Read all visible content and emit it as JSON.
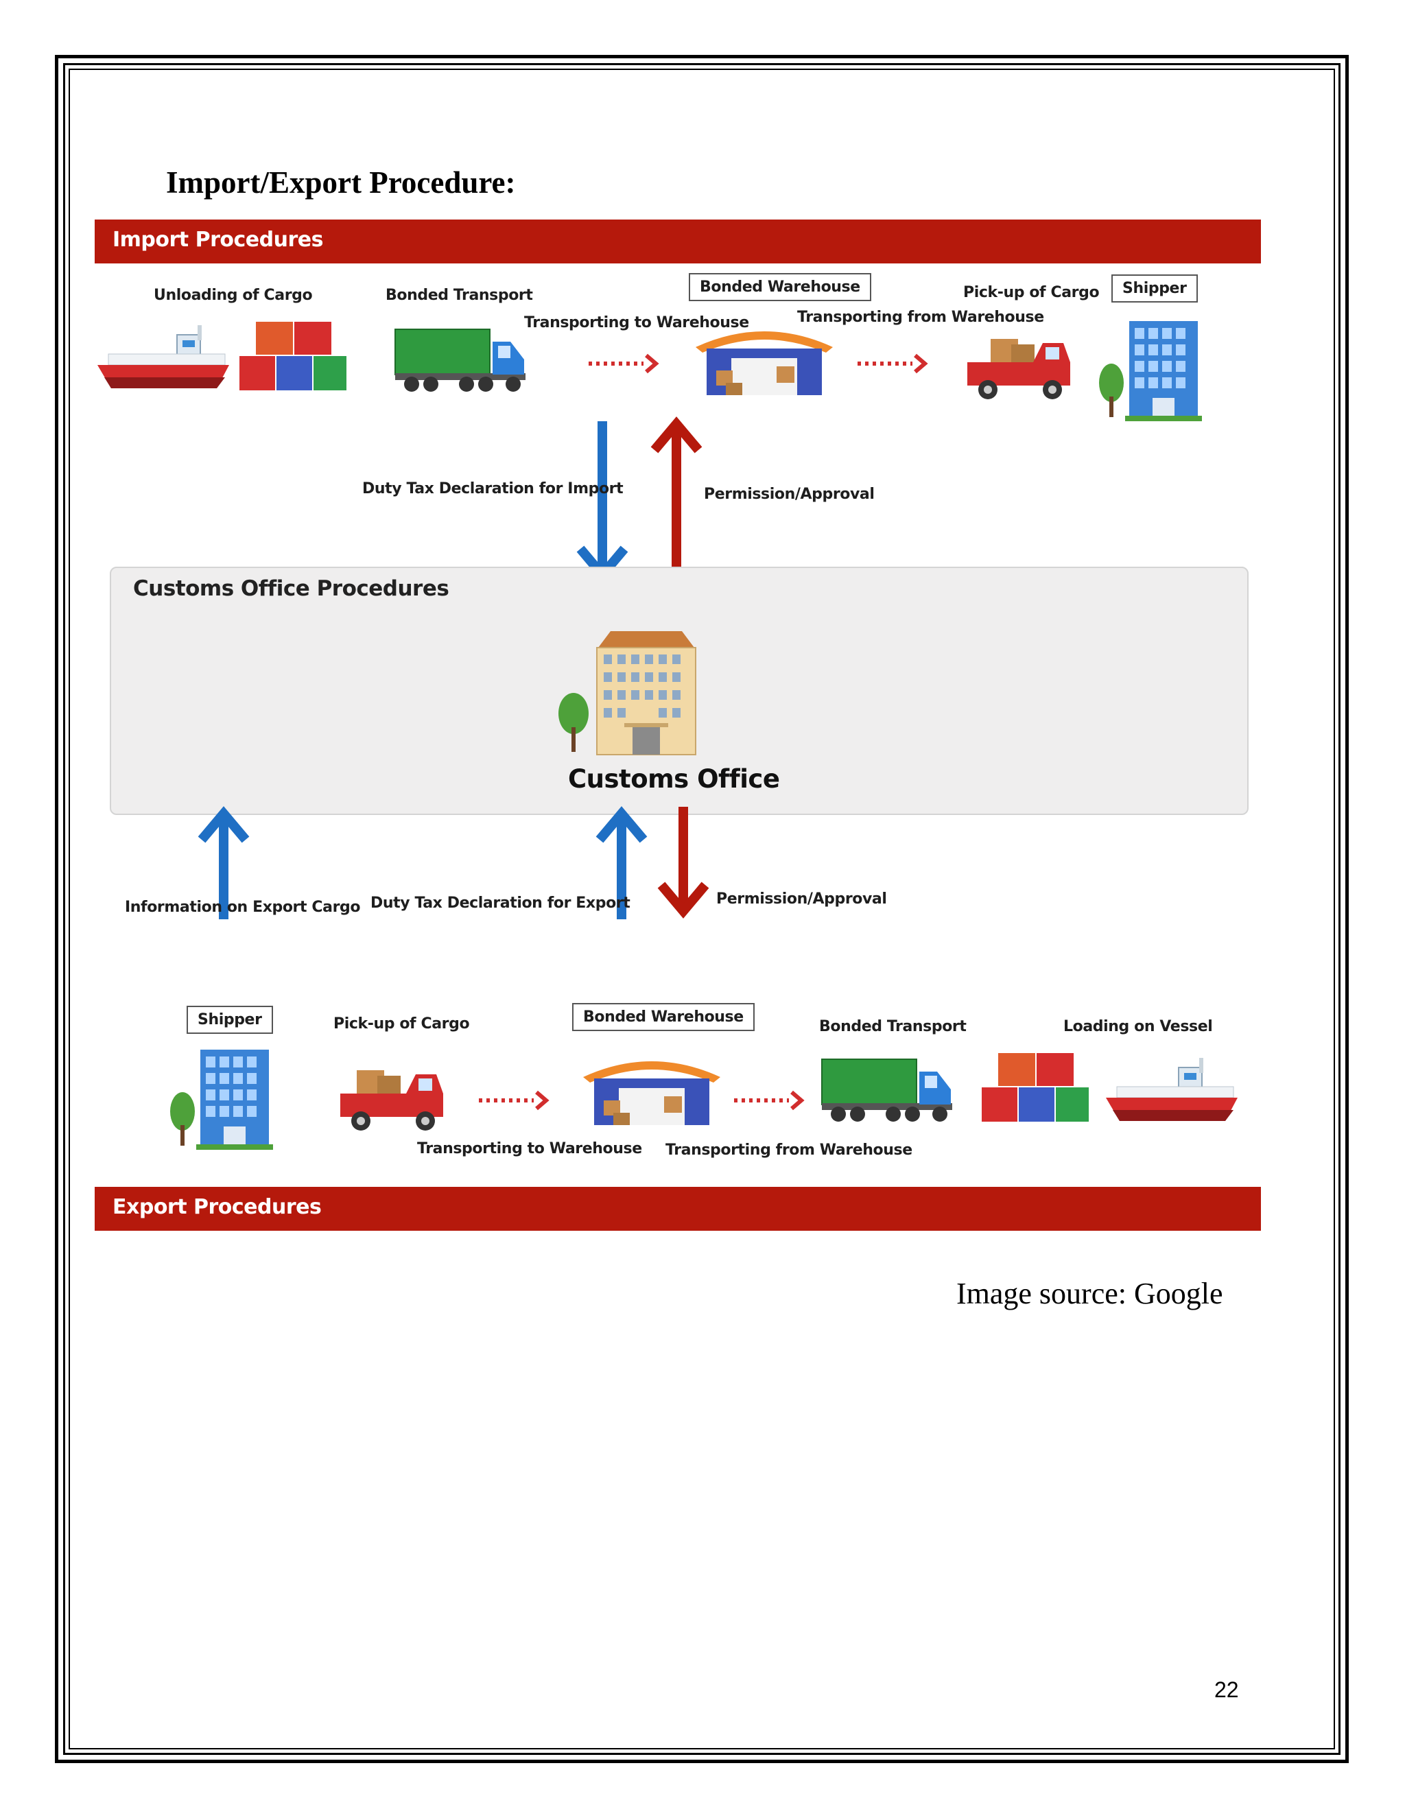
{
  "heading": "Import/Export Procedure:",
  "import_band": "Import Procedures",
  "export_band": "Export Procedures",
  "import_row": {
    "unloading": "Unloading of Cargo",
    "bonded_transport": "Bonded Transport",
    "to_warehouse": "Transporting to Warehouse",
    "bonded_warehouse": "Bonded Warehouse",
    "from_warehouse": "Transporting from Warehouse",
    "pickup": "Pick-up of Cargo",
    "shipper": "Shipper"
  },
  "import_flows": {
    "declaration": "Duty Tax Declaration for Import",
    "approval": "Permission/Approval"
  },
  "customs": {
    "panel_title": "Customs Office Procedures",
    "office_label": "Customs Office"
  },
  "export_flows": {
    "info": "Information on Export Cargo",
    "declaration": "Duty Tax Declaration for Export",
    "approval": "Permission/Approval"
  },
  "export_row": {
    "shipper": "Shipper",
    "pickup": "Pick-up of Cargo",
    "bonded_warehouse": "Bonded Warehouse",
    "bonded_transport": "Bonded Transport",
    "loading": "Loading on Vessel",
    "to_warehouse": "Transporting to Warehouse",
    "from_warehouse": "Transporting from Warehouse"
  },
  "image_source": "Image source: Google",
  "page_number": "22",
  "colors": {
    "band_red": "#b5190c",
    "arrow_blue": "#1f6fc4",
    "arrow_red": "#b5190c"
  }
}
